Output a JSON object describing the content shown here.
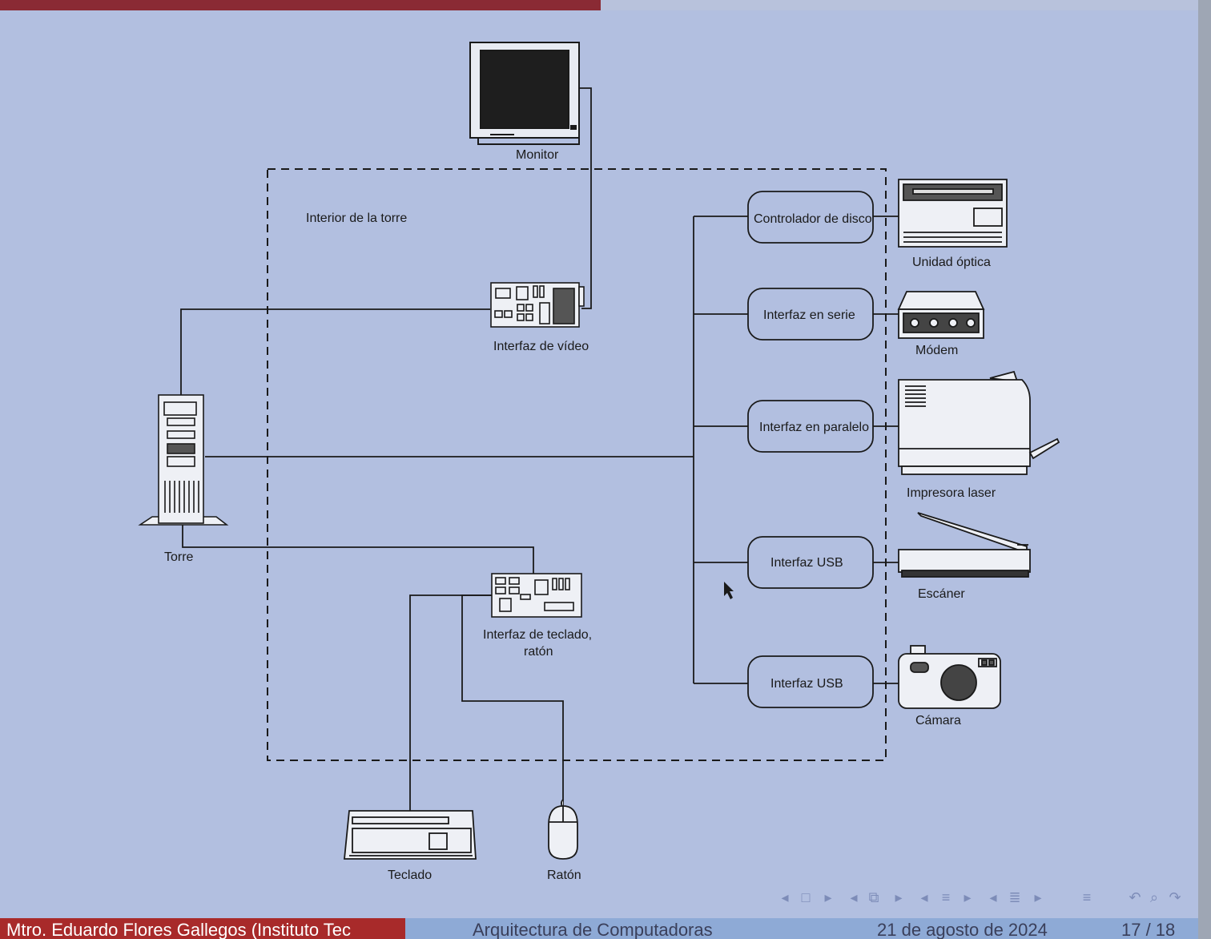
{
  "diagram": {
    "tower_interior_label": "Interior de la torre",
    "devices": {
      "monitor": "Monitor",
      "tower": "Torre",
      "video_interface": "Interfaz de vídeo",
      "kb_interface_line1": "Interfaz de teclado,",
      "kb_interface_line2": "ratón",
      "keyboard": "Teclado",
      "mouse": "Ratón",
      "optical_drive": "Unidad óptica",
      "modem": "Módem",
      "laser_printer": "Impresora laser",
      "scanner": "Escáner",
      "camera": "Cámara"
    },
    "controllers": [
      {
        "label": "Controlador de disco"
      },
      {
        "label": "Interfaz en serie"
      },
      {
        "label": "Interfaz en paralelo"
      },
      {
        "label": "Interfaz USB"
      },
      {
        "label": "Interfaz USB"
      }
    ]
  },
  "footer": {
    "author": "Mtro. Eduardo Flores Gallegos  (Instituto Tec",
    "title": "Arquitectura de Computadoras",
    "date": "21 de agosto de 2024",
    "page": "17 / 18"
  },
  "navigation": {
    "icons": [
      "frame-prev-icon",
      "frame-icon",
      "frame-next-icon",
      "subsection-prev-icon",
      "subsection-icon",
      "subsection-next-icon",
      "section-prev-icon",
      "section-icon",
      "section-next-icon",
      "doc-prev-icon",
      "doc-icon",
      "doc-next-icon",
      "toc-icon",
      "undo-icon",
      "search-icon",
      "redo-icon"
    ]
  },
  "colors": {
    "slide_background": "#b2bfe0",
    "header_accent": "#8a2a34",
    "footer_author_bg": "#a82a2a",
    "footer_bg": "#8eaad6",
    "line_color": "#1a1a1a"
  }
}
